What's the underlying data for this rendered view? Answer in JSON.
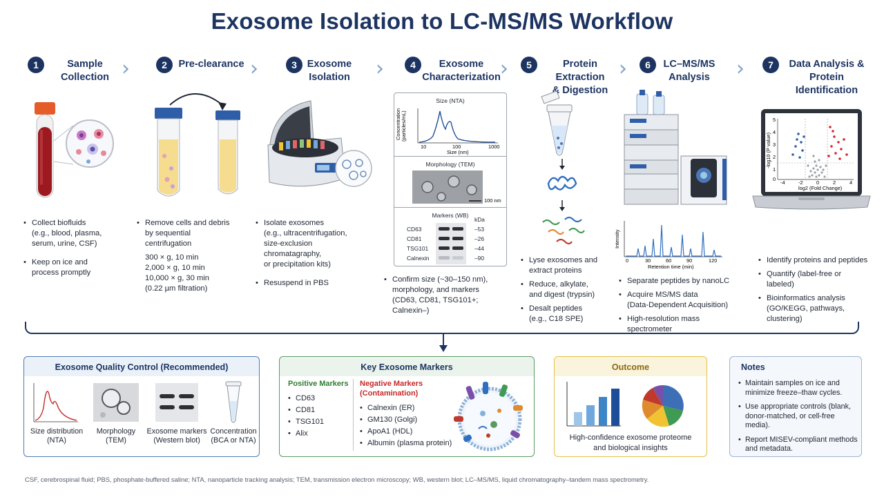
{
  "title": "Exosome Isolation to LC-MS/MS Workflow",
  "steps": [
    {
      "num": "1",
      "title1": "Sample",
      "title2": "Collection"
    },
    {
      "num": "2",
      "title1": "Pre-clearance",
      "title2": ""
    },
    {
      "num": "3",
      "title1": "Exosome",
      "title2": "Isolation"
    },
    {
      "num": "4",
      "title1": "Exosome",
      "title2": "Characterization"
    },
    {
      "num": "5",
      "title1": "Protein Extraction",
      "title2": "& Digestion"
    },
    {
      "num": "6",
      "title1": "LC–MS/MS",
      "title2": "Analysis"
    },
    {
      "num": "7",
      "title1": "Data Analysis &",
      "title2": "Protein Identification"
    }
  ],
  "step1": {
    "b1": "Collect biofluids",
    "b1a": "(e.g., blood, plasma,",
    "b1b": "serum, urine, CSF)",
    "b2": "Keep on ice and",
    "b2a": "process promptly"
  },
  "step2": {
    "b1": "Remove cells and debris",
    "b1a": "by sequential",
    "b1b": "centrifugation",
    "s1": "300 × g, 10 min",
    "s2": "2,000 × g, 10 min",
    "s3": "10,000 × g, 30 min",
    "s4": "(0.22 µm filtration)"
  },
  "step3": {
    "b1": "Isolate exosomes",
    "b1a": "(e.g., ultracentrifugation,",
    "b1b": "size-exclusion",
    "b1c": "chromatagraphy,",
    "b1d": "or precipitation kits)",
    "b2": "Resuspend in PBS"
  },
  "step4": {
    "nta_title": "Size (NTA)",
    "nta_ylabel1": "Concentration",
    "nta_ylabel2": "(particles/mL)",
    "nta_xlabel": "Size (nm)",
    "nta_ticks": [
      "10",
      "100",
      "1000"
    ],
    "tem_title": "Morphology (TEM)",
    "tem_scale": "100 nm",
    "wb_title": "Markers (WB)",
    "wb_unit": "kDa",
    "wb_rows": [
      {
        "name": "CD63",
        "kda": "–53"
      },
      {
        "name": "CD81",
        "kda": "–26"
      },
      {
        "name": "TSG101",
        "kda": "–44"
      },
      {
        "name": "Calnexin",
        "kda": "–90"
      }
    ],
    "b1": "Confirm size (~30–150 nm),",
    "b1a": "morphology, and markers",
    "b1b": "(CD63, CD81, TSG101+;",
    "b1c": "Calnexin–)"
  },
  "step5": {
    "b1": "Lyse exosomes and",
    "b1a": "extract proteins",
    "b2": "Reduce, alkylate,",
    "b2a": "and digest (trypsin)",
    "b3": "Desalt peptides",
    "b3a": "(e.g., C18 SPE)"
  },
  "step6": {
    "ylabel": "Intensity",
    "xlabel": "Retention time (min)",
    "ticks": [
      "0",
      "30",
      "60",
      "90",
      "120"
    ],
    "b1": "Separate peptides by nanoLC",
    "b2": "Acquire MS/MS data",
    "b2a": "(Data-Dependent Acquisition)",
    "b3": "High-resolution mass",
    "b3a": "spectrometer"
  },
  "step7": {
    "ylabel": "-log10 (P value)",
    "xlabel": "log2 (Fold Change)",
    "yticks": [
      "5",
      "4",
      "3",
      "2",
      "1",
      "0"
    ],
    "xticks": [
      "-4",
      "-2",
      "0",
      "2",
      "4"
    ],
    "b1": "Identify proteins and peptides",
    "b2": "Quantify (label-free or",
    "b2a": "labeled)",
    "b3": "Bioinformatics analysis",
    "b3a": "(GO/KEGG, pathways,",
    "b3b": "clustering)"
  },
  "qc": {
    "title": "Exosome Quality Control (Recommended)",
    "items": [
      {
        "l1": "Size distribution",
        "l2": "(NTA)"
      },
      {
        "l1": "Morphology",
        "l2": "(TEM)"
      },
      {
        "l1": "Exosome markers",
        "l2": "(Western blot)"
      },
      {
        "l1": "Concentration",
        "l2": "(BCA or NTA)"
      }
    ]
  },
  "markers": {
    "title": "Key Exosome Markers",
    "pos_title": "Positive Markers",
    "pos": [
      "CD63",
      "CD81",
      "TSG101",
      "Alix"
    ],
    "neg_title1": "Negative Markers",
    "neg_title2": "(Contamination)",
    "neg": [
      "Calnexin (ER)",
      "GM130 (Golgi)",
      "ApoA1 (HDL)",
      "Albumin (plasma protein)"
    ],
    "colors": {
      "positive": "#2e7d32",
      "negative": "#c62828"
    }
  },
  "outcome": {
    "title": "Outcome",
    "l1": "High-confidence exosome proteome",
    "l2": "and biological insights"
  },
  "notes": {
    "title": "Notes",
    "items": [
      "Maintain samples on ice and minimize freeze–thaw cycles.",
      "Use appropriate controls (blank, donor-matched, or cell-free media).",
      "Report MISEV-compliant methods and metadata."
    ]
  },
  "footnote": "CSF, cerebrospinal fluid; PBS, phosphate-buffered saline; NTA, nanoparticle tracking analysis; TEM, transmission electron microscopy; WB, western blot; LC–MS/MS, liquid chromatography–tandem mass spectrometry."
}
